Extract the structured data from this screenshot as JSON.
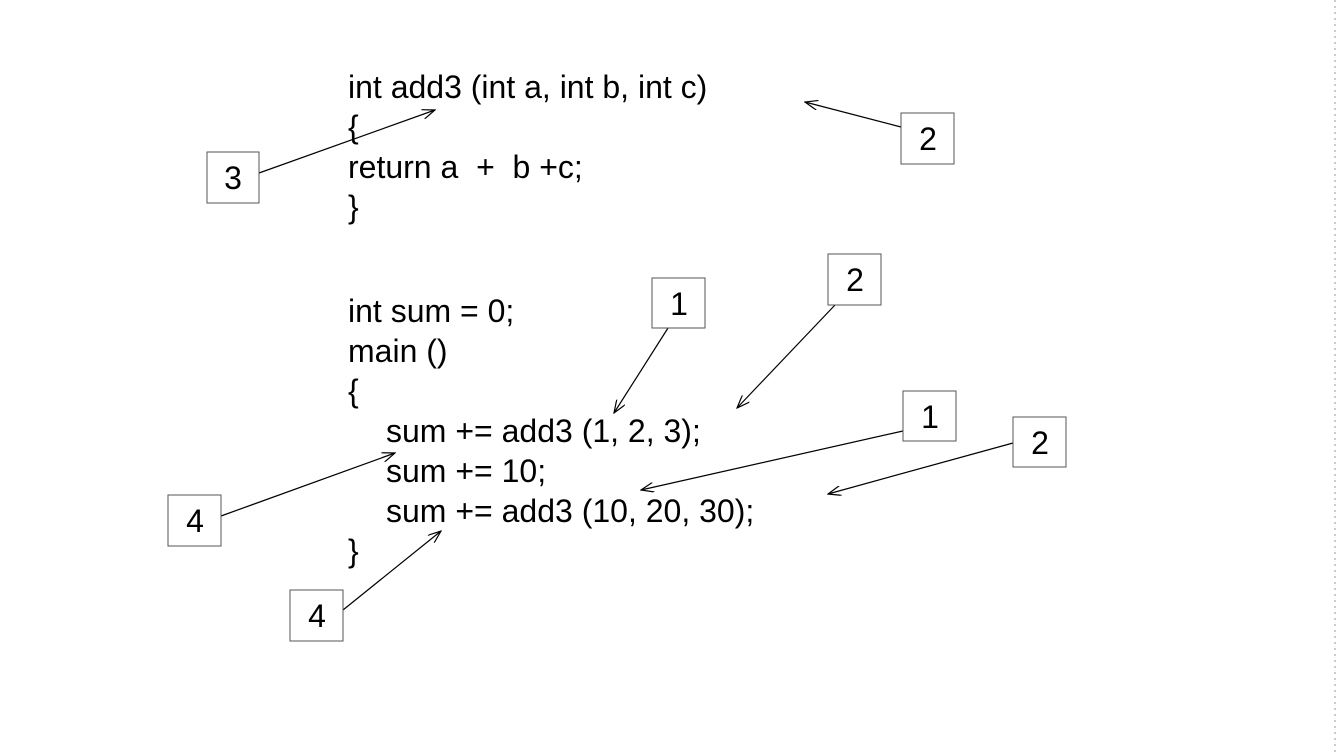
{
  "code": {
    "function": [
      "int add3 (int a, int b, int c)",
      "{",
      "return a  +  b +c;",
      "}"
    ],
    "main": [
      "int sum = 0;",
      "main ()",
      "{",
      "sum += add3 (1, 2, 3);",
      "sum += 10;",
      "sum += add3 (10, 20, 30);",
      "}"
    ]
  },
  "labels": [
    "3",
    "2",
    "1",
    "2",
    "1",
    "2",
    "4",
    "4"
  ]
}
